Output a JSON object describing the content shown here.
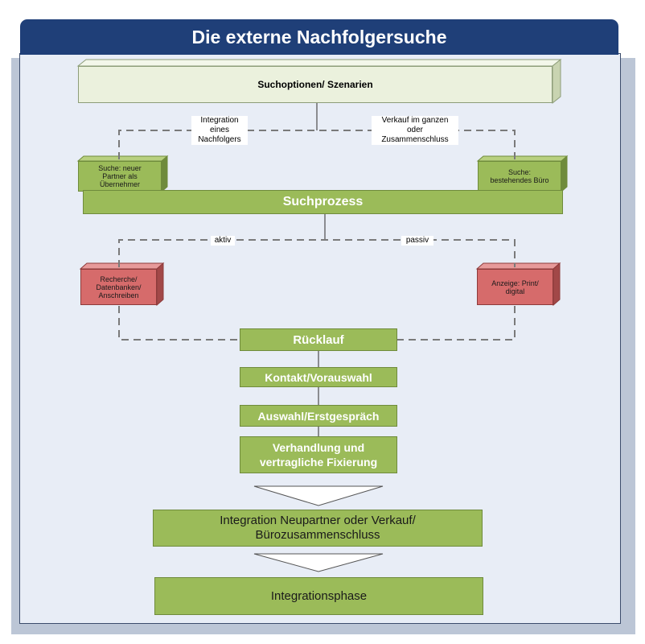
{
  "title": "Die externe Nachfolgersuche",
  "options_box": "Suchoptionen/ Szenarien",
  "branch_left_label": [
    "Integration",
    "eines",
    "Nachfolgers"
  ],
  "branch_right_label": [
    "Verkauf im ganzen",
    "oder",
    "Zusammenschluss"
  ],
  "search_new_partner": [
    "Suche: neuer",
    "Partner als",
    "Übernehmer"
  ],
  "search_existing_office": [
    "Suche:",
    "bestehendes Büro"
  ],
  "search_process": "Suchprozess",
  "active_label": "aktiv",
  "passive_label": "passiv",
  "research_box": [
    "Recherche/",
    "Datenbanken/",
    "Anschreiben"
  ],
  "ad_box": [
    "Anzeige: Print/",
    "digital"
  ],
  "steps": {
    "ruecklauf": "Rücklauf",
    "kontakt": "Kontakt/Vorauswahl",
    "auswahl": "Auswahl/Erstgespräch",
    "verhandlung": [
      "Verhandlung und",
      "vertragliche Fixierung"
    ]
  },
  "integration_new_partner": [
    "Integration Neupartner oder Verkauf/",
    "Bürozusammenschluss"
  ],
  "integration_phase": "Integrationsphase",
  "colors": {
    "title_bar": "#1f3f78",
    "green": "#9bbb59",
    "red": "#d66b6b",
    "option_fill": "#ebf1dd"
  }
}
